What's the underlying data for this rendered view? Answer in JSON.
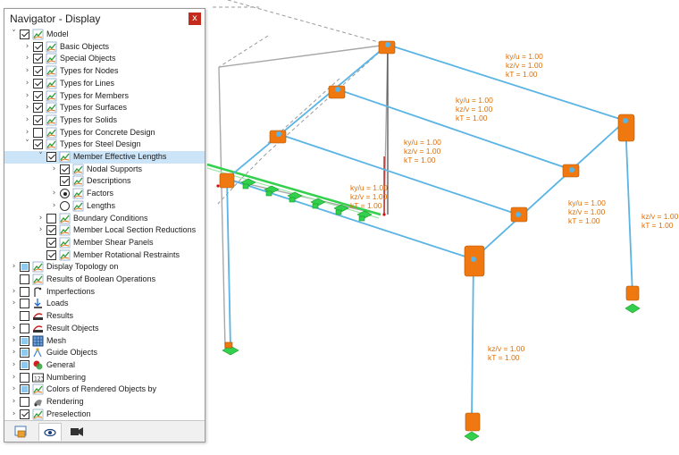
{
  "window": {
    "title": "Navigator - Display",
    "close_label": "x"
  },
  "tree": [
    {
      "label": "Model",
      "level": 0,
      "exp": "open",
      "check": "on",
      "icon": "chart-icon"
    },
    {
      "label": "Basic Objects",
      "level": 1,
      "exp": "closed",
      "check": "on",
      "icon": "chart-icon"
    },
    {
      "label": "Special Objects",
      "level": 1,
      "exp": "closed",
      "check": "on",
      "icon": "chart-icon"
    },
    {
      "label": "Types for Nodes",
      "level": 1,
      "exp": "closed",
      "check": "on",
      "icon": "chart-icon"
    },
    {
      "label": "Types for Lines",
      "level": 1,
      "exp": "closed",
      "check": "on",
      "icon": "chart-icon"
    },
    {
      "label": "Types for Members",
      "level": 1,
      "exp": "closed",
      "check": "on",
      "icon": "chart-icon"
    },
    {
      "label": "Types for Surfaces",
      "level": 1,
      "exp": "closed",
      "check": "on",
      "icon": "chart-icon"
    },
    {
      "label": "Types for Solids",
      "level": 1,
      "exp": "closed",
      "check": "on",
      "icon": "chart-icon"
    },
    {
      "label": "Types for Concrete Design",
      "level": 1,
      "exp": "closed",
      "check": "off",
      "icon": "chart-icon"
    },
    {
      "label": "Types for Steel Design",
      "level": 1,
      "exp": "open",
      "check": "on",
      "icon": "chart-icon"
    },
    {
      "label": "Member Effective Lengths",
      "level": 2,
      "exp": "open",
      "check": "on",
      "icon": "chart-icon",
      "selected": true
    },
    {
      "label": "Nodal Supports",
      "level": 3,
      "exp": "closed",
      "check": "on",
      "icon": "chart-icon"
    },
    {
      "label": "Descriptions",
      "level": 3,
      "exp": "none",
      "check": "on",
      "icon": "chart-icon"
    },
    {
      "label": "Factors",
      "level": 3,
      "exp": "closed",
      "radio": "on",
      "icon": "chart-icon"
    },
    {
      "label": "Lengths",
      "level": 3,
      "exp": "closed",
      "radio": "off",
      "icon": "chart-icon"
    },
    {
      "label": "Boundary Conditions",
      "level": 2,
      "exp": "closed",
      "check": "off",
      "icon": "chart-icon"
    },
    {
      "label": "Member Local Section Reductions",
      "level": 2,
      "exp": "closed",
      "check": "on",
      "icon": "chart-icon"
    },
    {
      "label": "Member Shear Panels",
      "level": 2,
      "exp": "none",
      "check": "on",
      "icon": "chart-icon"
    },
    {
      "label": "Member Rotational Restraints",
      "level": 2,
      "exp": "none",
      "check": "on",
      "icon": "chart-icon"
    },
    {
      "label": "Display Topology on",
      "level": 0,
      "exp": "closed",
      "check": "partial",
      "icon": "chart-icon"
    },
    {
      "label": "Results of Boolean Operations",
      "level": 0,
      "exp": "none",
      "check": "off",
      "icon": "chart-icon"
    },
    {
      "label": "Imperfections",
      "level": 0,
      "exp": "closed",
      "check": "off",
      "icon": "imperfection-icon"
    },
    {
      "label": "Loads",
      "level": 0,
      "exp": "closed",
      "check": "off",
      "icon": "loads-icon"
    },
    {
      "label": "Results",
      "level": 0,
      "exp": "none",
      "check": "off",
      "icon": "results-icon"
    },
    {
      "label": "Result Objects",
      "level": 0,
      "exp": "closed",
      "check": "off",
      "icon": "results-icon"
    },
    {
      "label": "Mesh",
      "level": 0,
      "exp": "closed",
      "check": "partial",
      "icon": "mesh-icon"
    },
    {
      "label": "Guide Objects",
      "level": 0,
      "exp": "closed",
      "check": "partial",
      "icon": "guide-icon"
    },
    {
      "label": "General",
      "level": 0,
      "exp": "closed",
      "check": "partial",
      "icon": "general-icon"
    },
    {
      "label": "Numbering",
      "level": 0,
      "exp": "closed",
      "check": "off",
      "icon": "numbering-icon"
    },
    {
      "label": "Colors of Rendered Objects by",
      "level": 0,
      "exp": "closed",
      "check": "partial",
      "icon": "chart-icon"
    },
    {
      "label": "Rendering",
      "level": 0,
      "exp": "closed",
      "check": "off",
      "icon": "rendering-icon"
    },
    {
      "label": "Preselection",
      "level": 0,
      "exp": "closed",
      "check": "on",
      "icon": "chart-icon"
    }
  ],
  "tabs": [
    {
      "name": "data-tab",
      "icon": "data-icon",
      "active": false
    },
    {
      "name": "display-tab",
      "icon": "eye-icon",
      "active": true
    },
    {
      "name": "views-tab",
      "icon": "camera-icon",
      "active": false
    }
  ],
  "model": {
    "labels": [
      {
        "lines": [
          "ky/u = 1.00",
          "kz/v = 1.00",
          "kT = 1.00"
        ]
      },
      {
        "lines": [
          "ky/u = 1.00",
          "kz/v = 1.00",
          "kT = 1.00"
        ]
      },
      {
        "lines": [
          "ky/u = 1.00",
          "kz/v = 1.00",
          "kT = 1.00"
        ]
      },
      {
        "lines": [
          "ky/u = 1.00",
          "kz/v = 1.00",
          "kT = 1.00"
        ]
      },
      {
        "lines": [
          "ky/u = 1.00",
          "kz/v = 1.00",
          "kT = 1.00"
        ]
      },
      {
        "lines": [
          "kz/v = 1.00",
          "kT = 1.00"
        ]
      },
      {
        "lines": [
          "kz/v = 1.00",
          "kT = 1.00"
        ]
      }
    ]
  },
  "colors": {
    "beam": "#5ab4e5",
    "support": "#f07810",
    "support_green": "#32d04c",
    "annotation": "#e07000",
    "selection": "#cce4f7",
    "close": "#c42b1c"
  }
}
